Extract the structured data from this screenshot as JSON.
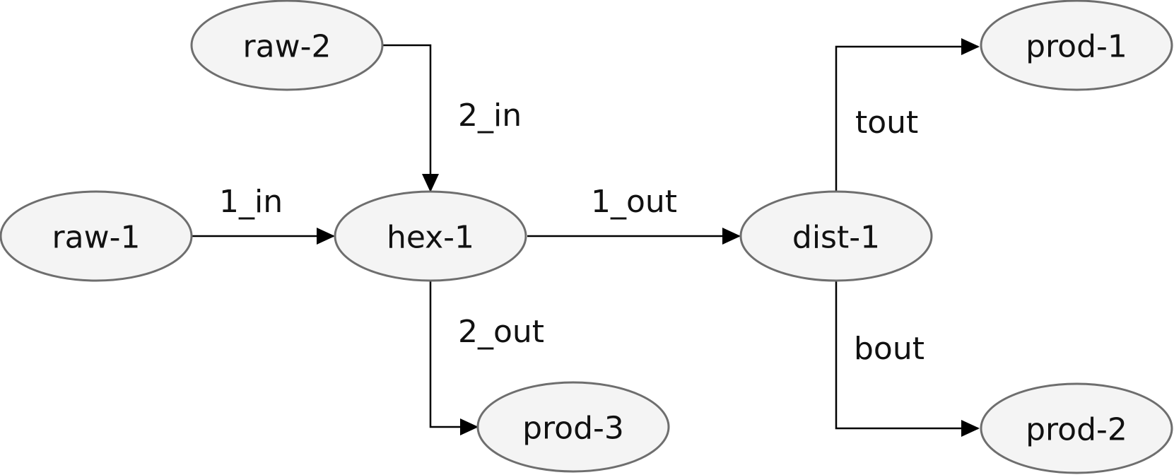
{
  "nodes": {
    "raw1": {
      "label": "raw-1"
    },
    "raw2": {
      "label": "raw-2"
    },
    "hex1": {
      "label": "hex-1"
    },
    "dist1": {
      "label": "dist-1"
    },
    "prod1": {
      "label": "prod-1"
    },
    "prod2": {
      "label": "prod-2"
    },
    "prod3": {
      "label": "prod-3"
    }
  },
  "edges": {
    "raw1_hex1": {
      "from": "raw-1",
      "to": "hex-1",
      "label": "1_in"
    },
    "raw2_hex1": {
      "from": "raw-2",
      "to": "hex-1",
      "label": "2_in"
    },
    "hex1_dist1": {
      "from": "hex-1",
      "to": "dist-1",
      "label": "1_out"
    },
    "hex1_prod3": {
      "from": "hex-1",
      "to": "prod-3",
      "label": "2_out"
    },
    "dist1_prod1": {
      "from": "dist-1",
      "to": "prod-1",
      "label": "tout"
    },
    "dist1_prod2": {
      "from": "dist-1",
      "to": "prod-2",
      "label": "bout"
    }
  },
  "colors": {
    "node_fill": "#f4f4f4",
    "node_stroke": "#6e6e6e",
    "edge": "#000000",
    "text": "#111111"
  }
}
